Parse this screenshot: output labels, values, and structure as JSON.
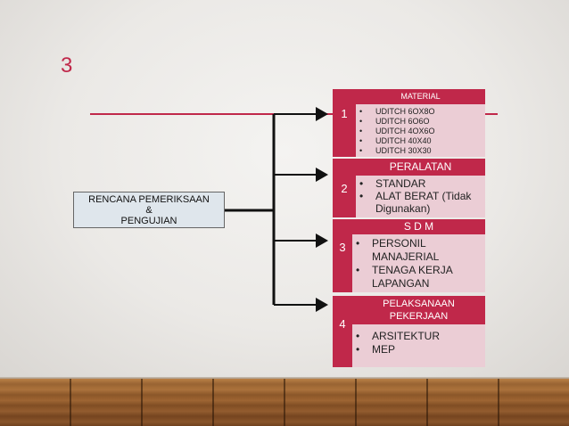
{
  "slide_number": "3",
  "root_label": [
    "RENCANA PEMERIKSAAN",
    "&",
    "PENGUJIAN"
  ],
  "sections": [
    {
      "number": "1",
      "title": "MATERIAL",
      "items": [
        "UDITCH 6OX8O",
        "UDITCH 6O6O",
        "UDITCH 4OX6O",
        "UDITCH 40X40",
        "UDITCH 30X30"
      ]
    },
    {
      "number": "2",
      "title": "PERALATAN",
      "items": [
        "STANDAR",
        "ALAT BERAT (Tidak Digunakan)"
      ]
    },
    {
      "number": "3",
      "title": "S D M",
      "items": [
        "PERSONIL MANAJERIAL",
        "TENAGA KERJA LAPANGAN"
      ]
    },
    {
      "number": "4",
      "title": "PELAKSANAAN PEKERJAAN",
      "items": [
        "ARSITEKTUR",
        "MEP"
      ]
    }
  ],
  "colors": {
    "accent": "#c0284a",
    "panel_body": "#ebcdd5",
    "root_box": "#dfe6ec",
    "floor": "#9a5f2c"
  }
}
